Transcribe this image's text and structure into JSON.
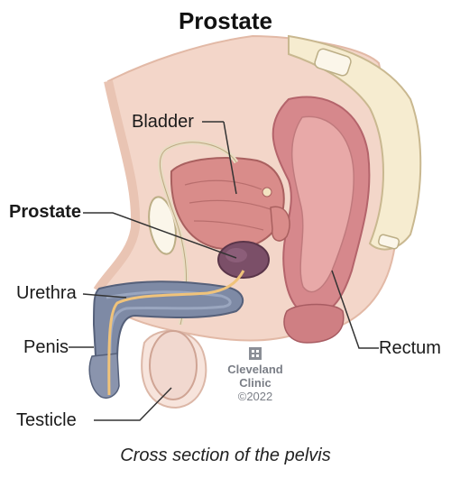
{
  "title": "Prostate",
  "labels": {
    "bladder": "Bladder",
    "prostate": "Prostate",
    "urethra": "Urethra",
    "penis": "Penis",
    "testicle": "Testicle",
    "rectum": "Rectum"
  },
  "brand": {
    "line1": "Cleveland",
    "line2": "Clinic",
    "year": "©2022",
    "logo_icon": "cleveland-clinic-cross-icon"
  },
  "caption": "Cross section of the pelvis",
  "colors": {
    "tissue": "#f3d6c9",
    "tissue_dark": "#e7b7a4",
    "bladder": "#d98c8a",
    "prostate": "#7b4f68",
    "penis_shaft": "#7e8aa5",
    "urethra": "#f0c37a",
    "bone": "#f6ecd0",
    "rectum": "#d6888c",
    "testicle": "#f1d8cf"
  }
}
